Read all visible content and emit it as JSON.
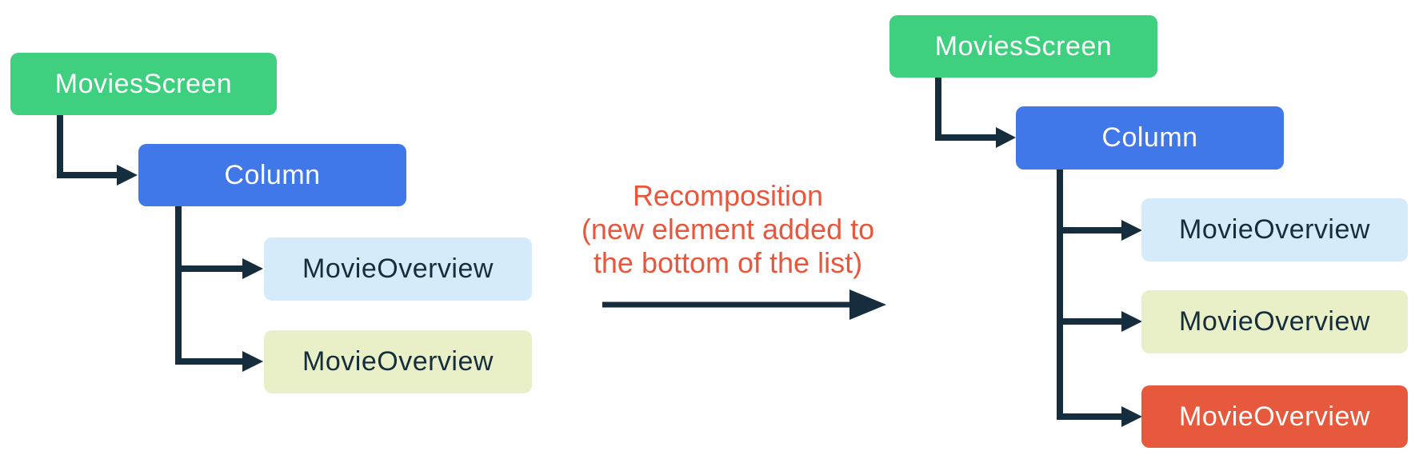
{
  "colors": {
    "background": "#FFFFFF",
    "node_green": "#3ECF7F",
    "node_blue": "#4078E9",
    "node_light_blue": "#D5EBFA",
    "node_pale_yellow": "#E9F0C8",
    "node_orange": "#E7593C",
    "connector": "#152D3D",
    "annotation": "#E8563C",
    "text_on_dark": "#FFFFFF",
    "text_on_light": "#152D3D"
  },
  "left_tree": {
    "root": {
      "label": "MoviesScreen"
    },
    "column": {
      "label": "Column"
    },
    "children": [
      {
        "label": "MovieOverview"
      },
      {
        "label": "MovieOverview"
      }
    ]
  },
  "annotation": {
    "line1": "Recomposition",
    "line2": "(new element added to",
    "line3": "the bottom of the list)"
  },
  "right_tree": {
    "root": {
      "label": "MoviesScreen"
    },
    "column": {
      "label": "Column"
    },
    "children": [
      {
        "label": "MovieOverview"
      },
      {
        "label": "MovieOverview"
      },
      {
        "label": "MovieOverview"
      }
    ]
  }
}
